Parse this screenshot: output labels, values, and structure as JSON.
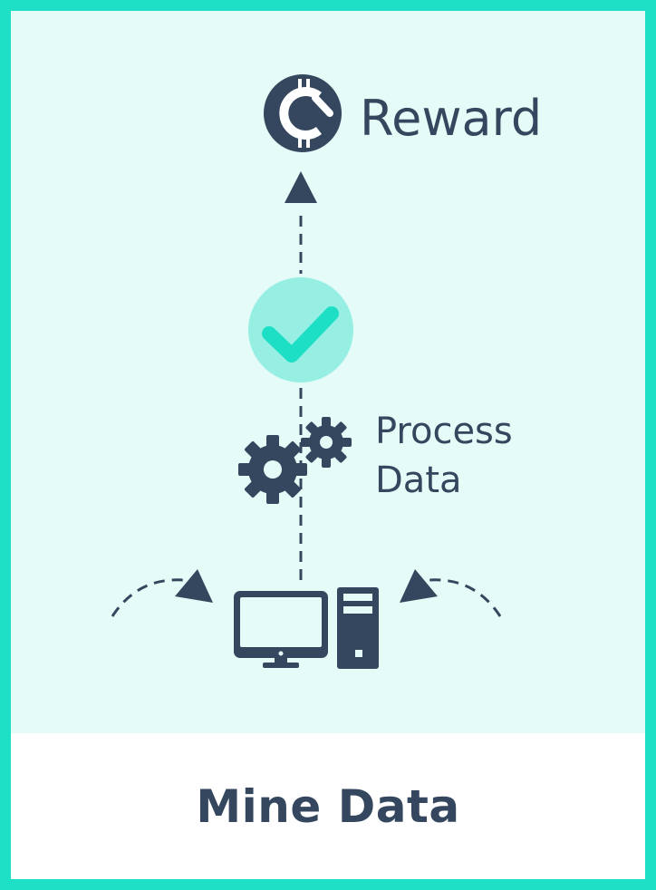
{
  "diagram": {
    "reward_label": "Reward",
    "process_label_line1": "Process",
    "process_label_line2": "Data",
    "caption": "Mine Data"
  },
  "icons": {
    "reward": "coin-icon",
    "verified": "checkmark-icon",
    "process": "gears-icon",
    "miner": "desktop-computer-icon"
  },
  "colors": {
    "border": "#1ee0c6",
    "panel_background": "#e5fbf7",
    "ink": "#34475e",
    "check_circle": "#97efe4",
    "check_mark": "#1cdfc5"
  }
}
